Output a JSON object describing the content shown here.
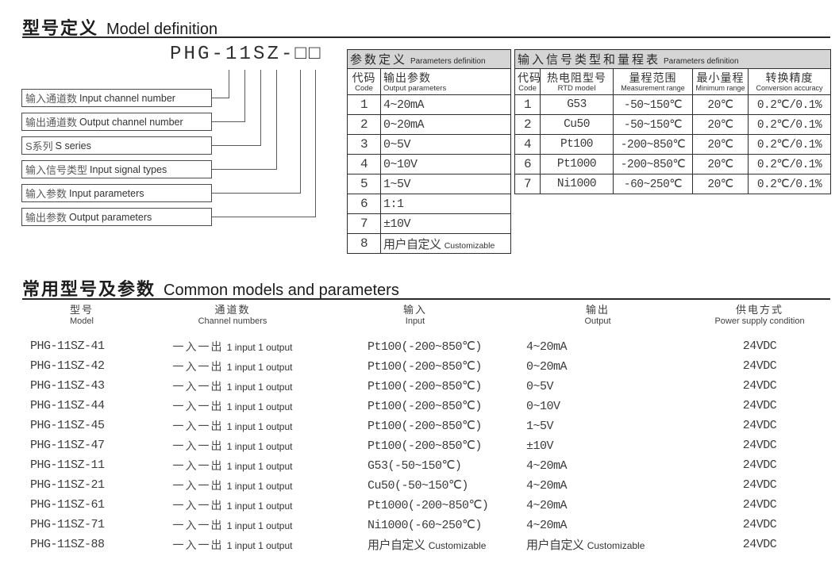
{
  "section1": {
    "title_zh": "型号定义",
    "title_en": "Model definition",
    "model_code": "PHG-11SZ-□□",
    "labels": [
      {
        "zh": "输入通道数",
        "en": "Input channel number"
      },
      {
        "zh": "输出通道数",
        "en": "Output channel number"
      },
      {
        "zh": "S系列",
        "en": "S series"
      },
      {
        "zh": "输入信号类型",
        "en": "Input signal types"
      },
      {
        "zh": "输入参数",
        "en": "Input parameters"
      },
      {
        "zh": "输出参数",
        "en": "Output parameters"
      }
    ]
  },
  "params_table": {
    "title_zh": "参数定义",
    "title_en": "Parameters definition",
    "col_code_zh": "代码",
    "col_code_en": "Code",
    "col_value_zh": "输出参数",
    "col_value_en": "Output parameters",
    "rows": [
      {
        "code": "1",
        "value": "4~20mA",
        "value_en": ""
      },
      {
        "code": "2",
        "value": "0~20mA",
        "value_en": ""
      },
      {
        "code": "3",
        "value": "0~5V",
        "value_en": ""
      },
      {
        "code": "4",
        "value": "0~10V",
        "value_en": ""
      },
      {
        "code": "5",
        "value": "1~5V",
        "value_en": ""
      },
      {
        "code": "6",
        "value": "1:1",
        "value_en": ""
      },
      {
        "code": "7",
        "value": "±10V",
        "value_en": ""
      },
      {
        "code": "8",
        "value": "用户自定义",
        "value_en": "Customizable"
      }
    ]
  },
  "signal_table": {
    "title_zh": "输入信号类型和量程表",
    "title_en": "Parameters definition",
    "headers": [
      {
        "zh": "代码",
        "en": "Code"
      },
      {
        "zh": "热电阻型号",
        "en": "RTD model"
      },
      {
        "zh": "量程范围",
        "en": "Measurement range"
      },
      {
        "zh": "最小量程",
        "en": "Minimum range"
      },
      {
        "zh": "转换精度",
        "en": "Conversion accuracy"
      }
    ],
    "rows": [
      {
        "code": "1",
        "model": "G53",
        "range": "-50~150℃",
        "min": "20℃",
        "acc": "0.2℃/0.1%"
      },
      {
        "code": "2",
        "model": "Cu50",
        "range": "-50~150℃",
        "min": "20℃",
        "acc": "0.2℃/0.1%"
      },
      {
        "code": "4",
        "model": "Pt100",
        "range": "-200~850℃",
        "min": "20℃",
        "acc": "0.2℃/0.1%"
      },
      {
        "code": "6",
        "model": "Pt1000",
        "range": "-200~850℃",
        "min": "20℃",
        "acc": "0.2℃/0.1%"
      },
      {
        "code": "7",
        "model": "Ni1000",
        "range": "-60~250℃",
        "min": "20℃",
        "acc": "0.2℃/0.1%"
      }
    ]
  },
  "models_table": {
    "title_zh": "常用型号及参数",
    "title_en": "Common models and parameters",
    "headers": [
      {
        "zh": "型号",
        "en": "Model"
      },
      {
        "zh": "通道数",
        "en": "Channel numbers"
      },
      {
        "zh": "输入",
        "en": "Input"
      },
      {
        "zh": "输出",
        "en": "Output"
      },
      {
        "zh": "供电方式",
        "en": "Power supply condition"
      }
    ],
    "rows": [
      {
        "model": "PHG-11SZ-41",
        "ch_zh": "一入一出",
        "ch_en": "1 input 1 output",
        "input": "Pt100(-200~850℃)",
        "input_en": "",
        "output": "4~20mA",
        "output_en": "",
        "power": "24VDC"
      },
      {
        "model": "PHG-11SZ-42",
        "ch_zh": "一入一出",
        "ch_en": "1 input 1 output",
        "input": "Pt100(-200~850℃)",
        "input_en": "",
        "output": "0~20mA",
        "output_en": "",
        "power": "24VDC"
      },
      {
        "model": "PHG-11SZ-43",
        "ch_zh": "一入一出",
        "ch_en": "1 input 1 output",
        "input": "Pt100(-200~850℃)",
        "input_en": "",
        "output": "0~5V",
        "output_en": "",
        "power": "24VDC"
      },
      {
        "model": "PHG-11SZ-44",
        "ch_zh": "一入一出",
        "ch_en": "1 input 1 output",
        "input": "Pt100(-200~850℃)",
        "input_en": "",
        "output": "0~10V",
        "output_en": "",
        "power": "24VDC"
      },
      {
        "model": "PHG-11SZ-45",
        "ch_zh": "一入一出",
        "ch_en": "1 input 1 output",
        "input": "Pt100(-200~850℃)",
        "input_en": "",
        "output": "1~5V",
        "output_en": "",
        "power": "24VDC"
      },
      {
        "model": "PHG-11SZ-47",
        "ch_zh": "一入一出",
        "ch_en": "1 input 1 output",
        "input": "Pt100(-200~850℃)",
        "input_en": "",
        "output": "±10V",
        "output_en": "",
        "power": "24VDC"
      },
      {
        "model": "PHG-11SZ-11",
        "ch_zh": "一入一出",
        "ch_en": "1 input 1 output",
        "input": "G53(-50~150℃)",
        "input_en": "",
        "output": "4~20mA",
        "output_en": "",
        "power": "24VDC"
      },
      {
        "model": "PHG-11SZ-21",
        "ch_zh": "一入一出",
        "ch_en": "1 input 1 output",
        "input": "Cu50(-50~150℃)",
        "input_en": "",
        "output": "4~20mA",
        "output_en": "",
        "power": "24VDC"
      },
      {
        "model": "PHG-11SZ-61",
        "ch_zh": "一入一出",
        "ch_en": "1 input 1 output",
        "input": "Pt1000(-200~850℃)",
        "input_en": "",
        "output": "4~20mA",
        "output_en": "",
        "power": "24VDC"
      },
      {
        "model": "PHG-11SZ-71",
        "ch_zh": "一入一出",
        "ch_en": "1 input 1 output",
        "input": "Ni1000(-60~250℃)",
        "input_en": "",
        "output": "4~20mA",
        "output_en": "",
        "power": "24VDC"
      },
      {
        "model": "PHG-11SZ-88",
        "ch_zh": "一入一出",
        "ch_en": "1 input 1 output",
        "input": "用户自定义",
        "input_en": "Customizable",
        "output": "用户自定义",
        "output_en": "Customizable",
        "power": "24VDC"
      }
    ]
  },
  "colors": {
    "table_header_bg": "#d5d5d5",
    "border": "#2f2f2f",
    "text": "#3a3a3a"
  }
}
